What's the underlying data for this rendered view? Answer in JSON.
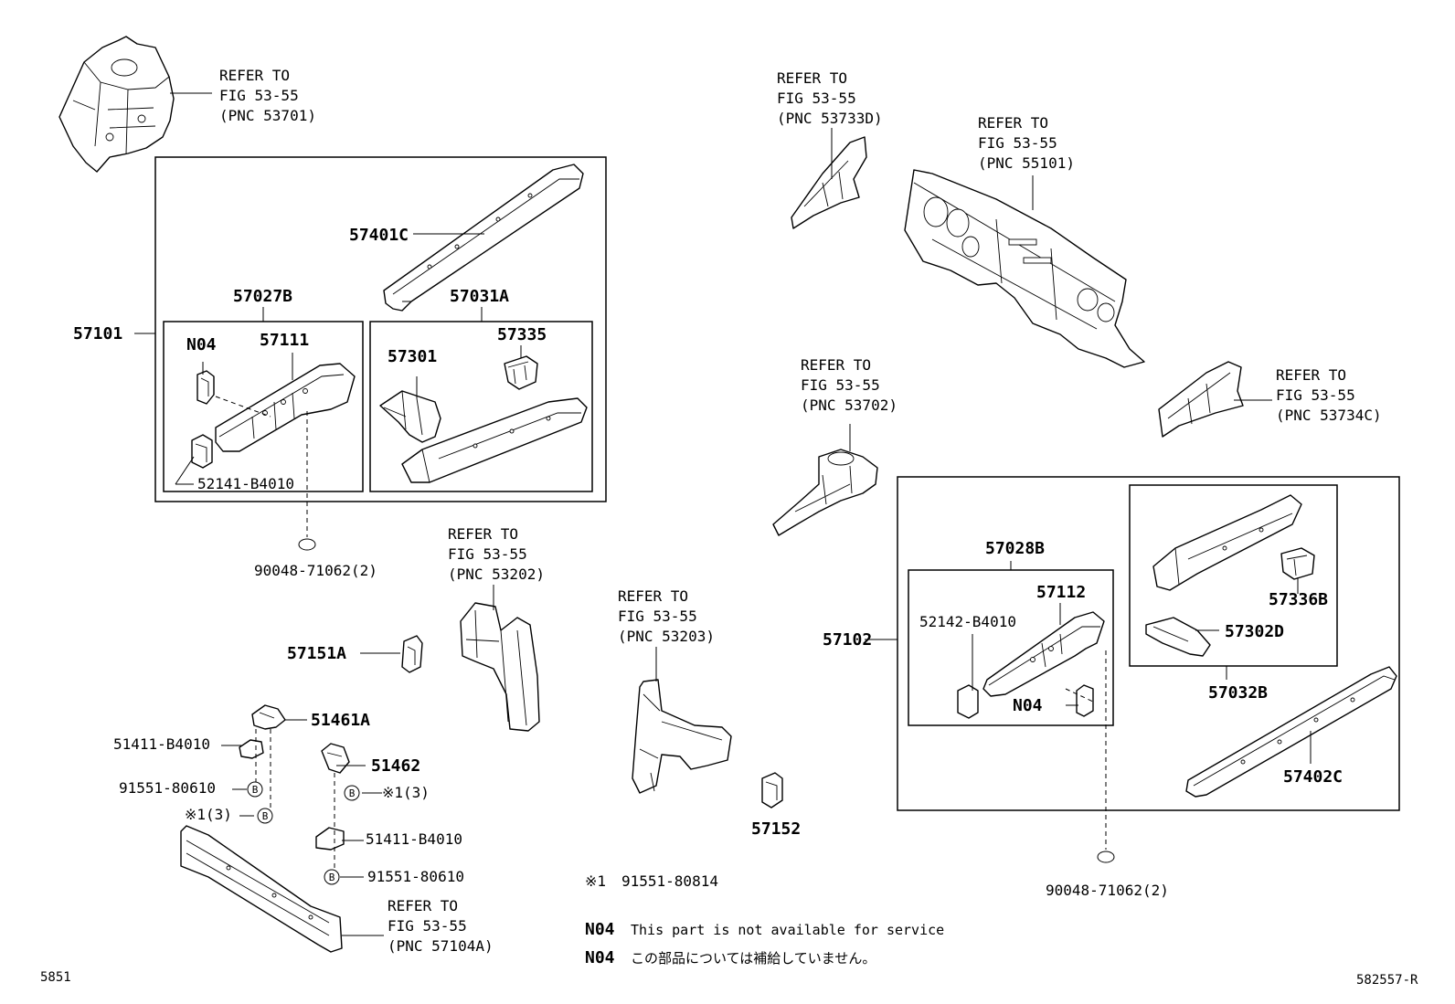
{
  "refer": {
    "r53701": [
      "REFER TO",
      "FIG 53-55",
      "(PNC 53701)"
    ],
    "r53733d": [
      "REFER TO",
      "FIG 53-55",
      "(PNC 53733D)"
    ],
    "r55101": [
      "REFER TO",
      "FIG 53-55",
      "(PNC 55101)"
    ],
    "r53702": [
      "REFER TO",
      "FIG 53-55",
      "(PNC 53702)"
    ],
    "r53734c": [
      "REFER TO",
      "FIG 53-55",
      "(PNC 53734C)"
    ],
    "r53202": [
      "REFER TO",
      "FIG 53-55",
      "(PNC 53202)"
    ],
    "r53203": [
      "REFER TO",
      "FIG 53-55",
      "(PNC 53203)"
    ],
    "r57104a": [
      "REFER TO",
      "FIG 53-55",
      "(PNC 57104A)"
    ]
  },
  "parts": {
    "p57401c": "57401C",
    "p57027b": "57027B",
    "p57031a": "57031A",
    "p57101": "57101",
    "n04_left": "N04",
    "p57111": "57111",
    "p57335": "57335",
    "p57301": "57301",
    "p52141": "52141-B4010",
    "p90048_left": "90048-71062(2)",
    "p57151a": "57151A",
    "p51461a": "51461A",
    "p51411_a": "51411-B4010",
    "p91551_a": "91551-80610",
    "p_x1_a": "※1(3)",
    "p51462": "51462",
    "p_x1_b": "※1(3)",
    "p51411_b": "51411-B4010",
    "p91551_b": "91551-80610",
    "p57152": "57152",
    "p57028b": "57028B",
    "p57112": "57112",
    "p52142": "52142-B4010",
    "n04_right": "N04",
    "p57102": "57102",
    "p57336b": "57336B",
    "p57302d": "57302D",
    "p57032b": "57032B",
    "p57402c": "57402C",
    "p90048_right": "90048-71062(2)",
    "circle_b": "B"
  },
  "notes": {
    "x1_mark": "※1",
    "x1_part": "91551-80814",
    "n04_code_en": "N04",
    "n04_text_en": "This part is not available for service",
    "n04_code_jp": "N04",
    "n04_text_jp": "この部品については補給していません。"
  },
  "footer": {
    "left_code": "5851",
    "right_code": "582557-R"
  }
}
